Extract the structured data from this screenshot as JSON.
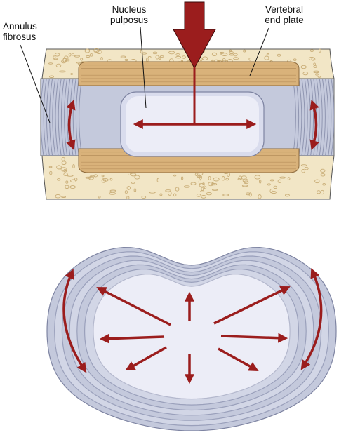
{
  "labels": {
    "annulus_fibrosus": {
      "line1": "Annulus",
      "line2": "fibrosus"
    },
    "nucleus_pulposus": {
      "line1": "Nucleus",
      "line2": "pulposus"
    },
    "vertebral_end_plate": {
      "line1": "Vertebral",
      "line2": "end plate"
    }
  },
  "colors": {
    "bone": "#f2e6c6",
    "bone_speckle": "#d9c394",
    "end_plate": "#d9b27a",
    "end_plate_lines": "#b68e5a",
    "annulus": "#c4c9dc",
    "annulus_rings": "#8f95b0",
    "nucleus": "#ecedf7",
    "arrow": "#9b1d1d",
    "leader_line": "#111111"
  },
  "icons": {
    "load_arrow": "down-arrow-icon",
    "force_arrows": "arrow-icon"
  }
}
